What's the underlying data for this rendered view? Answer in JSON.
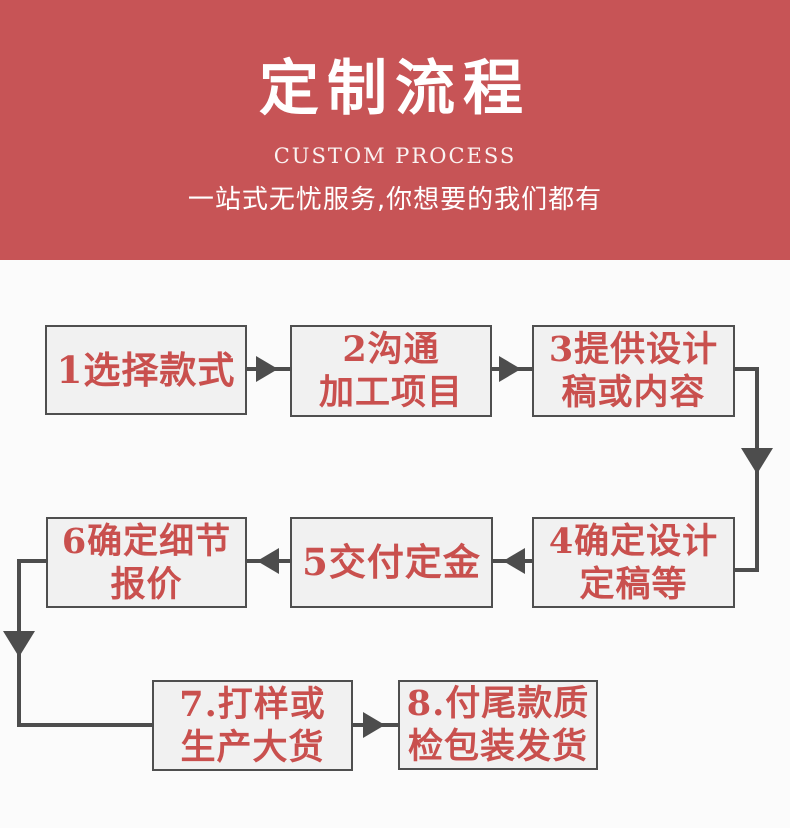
{
  "header": {
    "title": "定制流程",
    "subtitle_en": "CUSTOM PROCESS",
    "subtitle_zh": "一站式无忧服务,你想要的我们都有",
    "bg_color": "#c75456",
    "text_color": "#ffffff"
  },
  "flow": {
    "colors": {
      "box_background": "#f1f1f1",
      "box_border": "#4f4f4f",
      "step_text": "#c9504e",
      "connector": "#4d4d4d",
      "page_background": "#fbfbfb"
    },
    "steps": [
      {
        "id": "1",
        "lines": [
          "1选择款式"
        ]
      },
      {
        "id": "2",
        "lines": [
          "2沟通",
          "加工项目"
        ]
      },
      {
        "id": "3",
        "lines": [
          "3提供设计",
          "稿或内容"
        ]
      },
      {
        "id": "4",
        "lines": [
          "4确定设计",
          "定稿等"
        ]
      },
      {
        "id": "5",
        "lines": [
          "5交付定金"
        ]
      },
      {
        "id": "6",
        "lines": [
          "6确定细节",
          "报价"
        ]
      },
      {
        "id": "7",
        "lines": [
          "7.打样或",
          "生产大货"
        ]
      },
      {
        "id": "8",
        "lines": [
          "8.付尾款质",
          "检包装发货"
        ]
      }
    ]
  }
}
